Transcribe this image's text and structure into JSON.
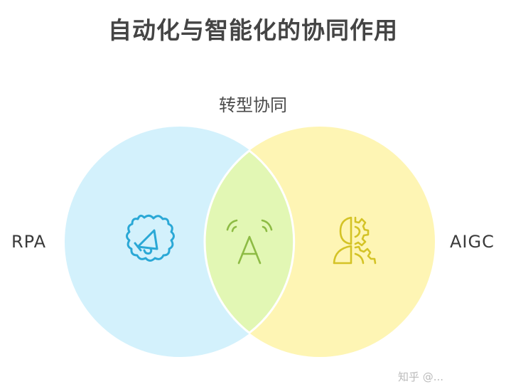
{
  "title": "自动化与智能化的协同作用",
  "intersection_label": "转型协同",
  "sets": [
    {
      "name": "RPA",
      "color": "#d3f1fc",
      "icon": "gear-megaphone-icon",
      "icon_color": "#2aa8d6"
    },
    {
      "name": "AIGC",
      "color": "#fef5b4",
      "icon": "head-gear-icon",
      "icon_color": "#d4c326"
    }
  ],
  "intersection": {
    "color": "#e2f7b4",
    "icon": "letter-a-broadcast-icon",
    "icon_color": "#8dbb44"
  },
  "watermark": "知乎 @..."
}
